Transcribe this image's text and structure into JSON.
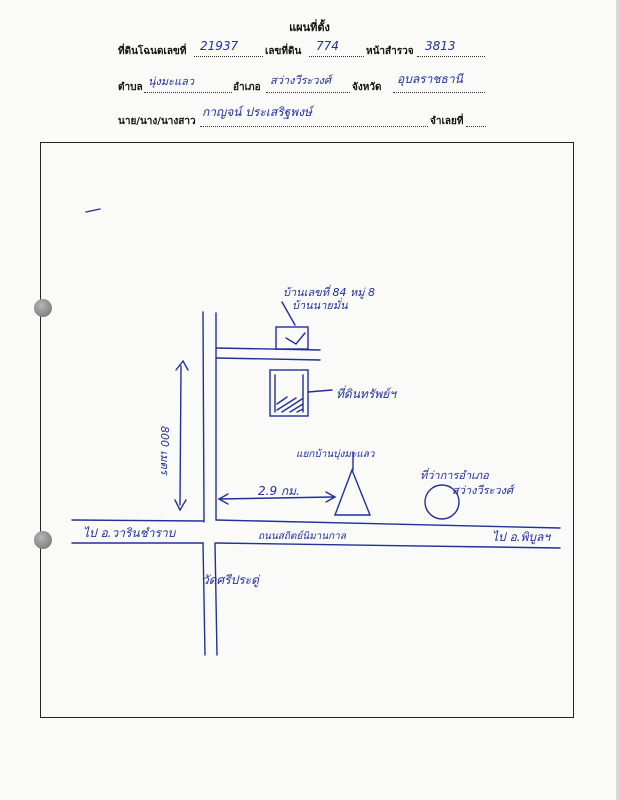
{
  "header": {
    "title": "แผนที่ตั้ง"
  },
  "form": {
    "deed_label": "ที่ดินโฉนดเลขที่",
    "deed_value": "21937",
    "land_label": "เลขที่ดิน",
    "land_value": "774",
    "survey_label": "หน้าสำรวจ",
    "survey_value": "3813",
    "subdistrict_label": "ตำบล",
    "subdistrict_value": "นุ่งมะแลว",
    "district_label": "อำเภอ",
    "district_value": "สว่างวีระวงศ์",
    "province_label": "จังหวัด",
    "province_value": "อุบลราชธานี",
    "owner_label": "นาย/นาง/นางสาว",
    "owner_value": "กาญจน์ ประเสริฐพงษ์",
    "seller_label": "จำเลยที่"
  },
  "map": {
    "house_label_1": "บ้านเลขที่ 84 หมู่ 8",
    "house_label_2": "บ้านนายมั่น",
    "land_label": "ที่ดินทรัพย์ฯ",
    "distance_side": "800 เมตร",
    "intersection_label": "แยกบ้านบุ่งมะแลว",
    "distance_km": "2.9 กม.",
    "office_label_1": "ที่ว่าการอำเภอ",
    "office_label_2": "สว่างวีระวงศ์",
    "left_destination": "ไป อ.วารินชำราบ",
    "road_name": "ถนนสถิตย์นิมานกาล",
    "right_destination": "ไป อ.พิบูลฯ",
    "temple_label": "วัดศรีประดู่"
  }
}
